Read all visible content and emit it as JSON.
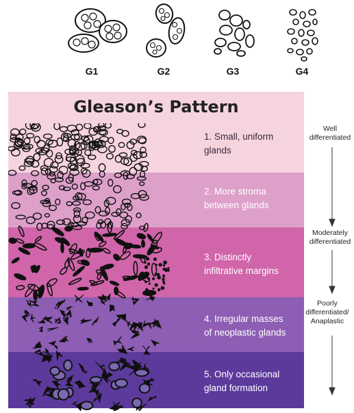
{
  "grades": [
    {
      "label": "G1"
    },
    {
      "label": "G2"
    },
    {
      "label": "G3"
    },
    {
      "label": "G4"
    }
  ],
  "title": "Gleason’s Pattern",
  "patterns": [
    {
      "line1": "1. Small, uniform",
      "line2": "glands",
      "color": "#f6d4de"
    },
    {
      "line1": "2. More stroma",
      "line2": "between glands",
      "color": "#dda0c9"
    },
    {
      "line1": "3. Distinctly",
      "line2": "infiltrative margins",
      "color": "#d165aa"
    },
    {
      "line1": "4. Irregular masses",
      "line2": "of neoplastic glands",
      "color": "#8d5eb4"
    },
    {
      "line1": "5. Only occasional",
      "line2": "gland formation",
      "color": "#5c3a9b"
    }
  ],
  "differentiation": [
    {
      "line1": "Well",
      "line2": "differentiated",
      "line3": ""
    },
    {
      "line1": "Moderately",
      "line2": "differentiated",
      "line3": ""
    },
    {
      "line1": "Poorly",
      "line2": "differentiated/",
      "line3": "Anaplastic"
    }
  ]
}
